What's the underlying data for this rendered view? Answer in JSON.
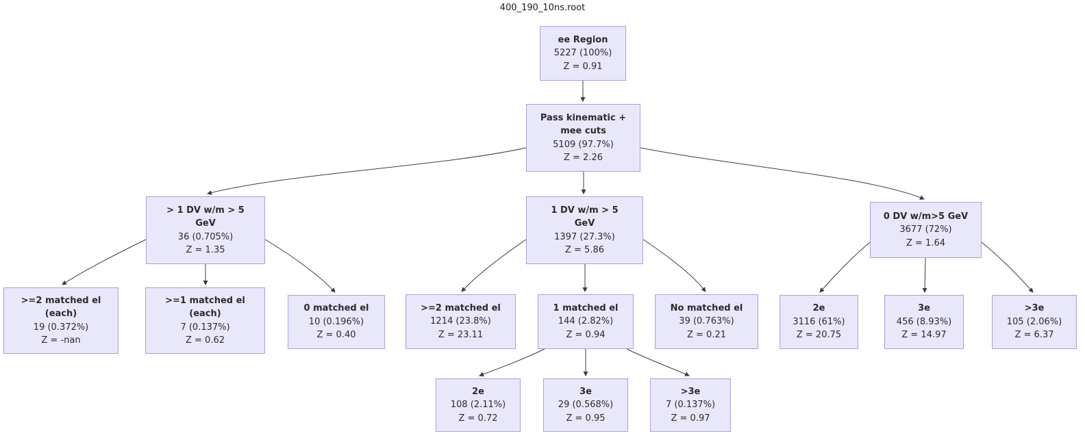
{
  "title": "400_190_10ns.root",
  "colors": {
    "node_fill": "#e9e7fa",
    "node_border": "#a99fdd",
    "edge": "#3c3c3c",
    "text": "#2b2b2b"
  },
  "nodes": {
    "root": {
      "title": "ee Region",
      "count": "5227 (100%)",
      "z": "Z = 0.91"
    },
    "pass": {
      "title": "Pass kinematic +\nmee cuts",
      "count": "5109 (97.7%)",
      "z": "Z = 2.26"
    },
    "dvgt1": {
      "title": "> 1 DV w/m > 5\nGeV",
      "count": "36 (0.705%)",
      "z": "Z = 1.35"
    },
    "dveq1": {
      "title": "1 DV w/m > 5\nGeV",
      "count": "1397 (27.3%)",
      "z": "Z = 5.86"
    },
    "dveq0": {
      "title": "0 DV w/m>5 GeV",
      "count": "3677 (72%)",
      "z": "Z = 1.64"
    },
    "ge2each": {
      "title": ">=2 matched el\n(each)",
      "count": "19 (0.372%)",
      "z": "Z = -nan"
    },
    "ge1each": {
      "title": ">=1 matched el\n(each)",
      "count": "7 (0.137%)",
      "z": "Z = 0.62"
    },
    "match0": {
      "title": "0 matched el",
      "count": "10 (0.196%)",
      "z": "Z = 0.40"
    },
    "ge2": {
      "title": ">=2 matched el",
      "count": "1214 (23.8%)",
      "z": "Z = 23.11"
    },
    "match1": {
      "title": "1 matched el",
      "count": "144 (2.82%)",
      "z": "Z = 0.94"
    },
    "nomatch": {
      "title": "No matched el",
      "count": "39 (0.763%)",
      "z": "Z = 0.21"
    },
    "r2e": {
      "title": "2e",
      "count": "3116 (61%)",
      "z": "Z = 20.75"
    },
    "r3e": {
      "title": "3e",
      "count": "456 (8.93%)",
      "z": "Z = 14.97"
    },
    "rgt3e": {
      "title": ">3e",
      "count": "105 (2.06%)",
      "z": "Z = 6.37"
    },
    "b2e": {
      "title": "2e",
      "count": "108 (2.11%)",
      "z": "Z = 0.72"
    },
    "b3e": {
      "title": "3e",
      "count": "29 (0.568%)",
      "z": "Z = 0.95"
    },
    "bgt3e": {
      "title": ">3e",
      "count": "7 (0.137%)",
      "z": "Z = 0.97"
    }
  },
  "edges": [
    {
      "from": "root",
      "to": "pass"
    },
    {
      "from": "pass",
      "to": "dvgt1"
    },
    {
      "from": "pass",
      "to": "dveq1"
    },
    {
      "from": "pass",
      "to": "dveq0"
    },
    {
      "from": "dvgt1",
      "to": "ge2each"
    },
    {
      "from": "dvgt1",
      "to": "ge1each"
    },
    {
      "from": "dvgt1",
      "to": "match0"
    },
    {
      "from": "dveq1",
      "to": "ge2"
    },
    {
      "from": "dveq1",
      "to": "match1"
    },
    {
      "from": "dveq1",
      "to": "nomatch"
    },
    {
      "from": "dveq0",
      "to": "r2e"
    },
    {
      "from": "dveq0",
      "to": "r3e"
    },
    {
      "from": "dveq0",
      "to": "rgt3e"
    },
    {
      "from": "match1",
      "to": "b2e"
    },
    {
      "from": "match1",
      "to": "b3e"
    },
    {
      "from": "match1",
      "to": "bgt3e"
    }
  ]
}
